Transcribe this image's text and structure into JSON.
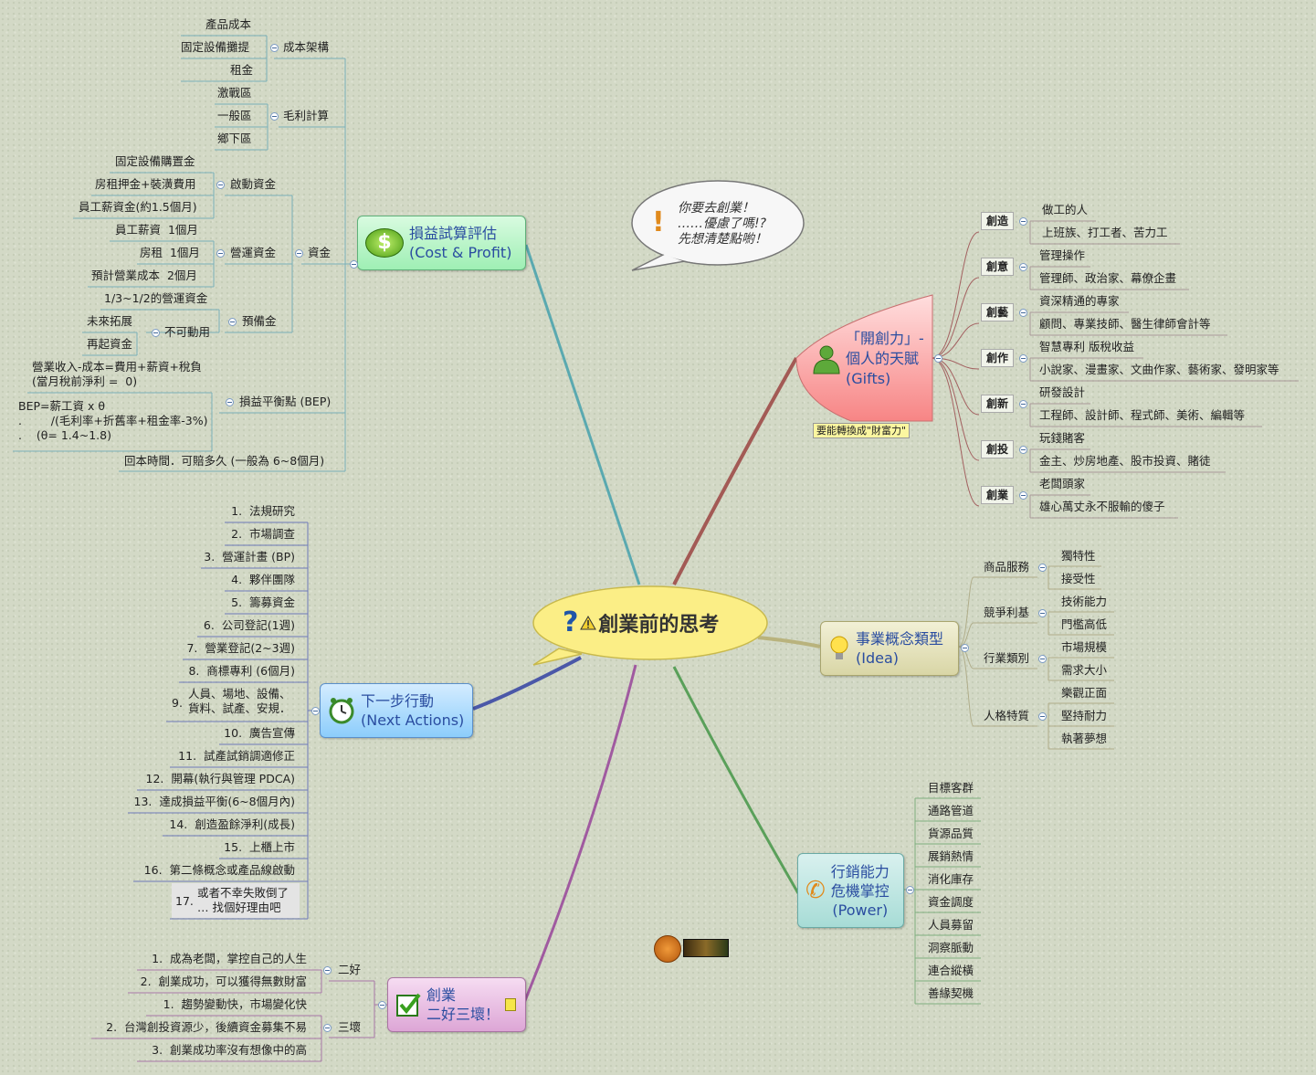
{
  "central": {
    "icon": "question-icon",
    "warn_icon": "warning-icon",
    "title": "創業前的思考"
  },
  "callout": {
    "icon": "exclamation-icon",
    "lines": [
      "你要去創業！",
      "……優慮了嗎!?",
      "先想清楚點喲！"
    ]
  },
  "cost": {
    "title1": "損益試算評估",
    "title2": "(Cost & Profit)",
    "icon": "dollar-icon",
    "cost_struct": "成本架構",
    "cs_items": [
      "產品成本",
      "固定設備攤提",
      "租金"
    ],
    "margin": "毛利計算",
    "margin_items": [
      "激戰區",
      "一般區",
      "鄉下區"
    ],
    "funds": "資金",
    "startup": "啟動資金",
    "startup_items": [
      "固定設備購置金",
      "房租押金+裝潢費用",
      "員工薪資金(約1.5個月)"
    ],
    "operating": "營運資金",
    "operating_items": [
      "員工薪資  1個月",
      "房租  1個月",
      "預計營業成本  2個月"
    ],
    "reserve": "預備金",
    "reserve_items": [
      "1/3~1/2的營運資金"
    ],
    "untouchable": "不可動用",
    "untouchable_items": [
      "未來拓展",
      "再起資金"
    ],
    "bep": "損益平衡點 (BEP)",
    "bep_items": [
      "營業收入-成本=費用+薪資+稅負\n(當月稅前淨利 =  0)",
      "BEP=薪工資 x θ\n.        /(毛利率+折舊率+租金率-3%)\n.    (θ= 1.4~1.8)"
    ],
    "payback": "回本時間．可賠多久 (一般為 6~8個月)"
  },
  "next": {
    "title1": "下一步行動",
    "title2": "(Next Actions)",
    "icon": "clock-icon",
    "items": [
      "1.  法規研究",
      "2.  市場調查",
      "3.  營運計畫 (BP)",
      "4.  夥伴團隊",
      "5.  籌募資金",
      "6.  公司登記(1週)",
      "7.  營業登記(2~3週)",
      "8.  商標專利 (6個月)",
      "9.",
      "10.  廣告宣傳",
      "11.  試產試銷調適修正",
      "12.  開幕(執行與管理 PDCA)",
      "13.  達成損益平衡(6~8個月內)",
      "14.  創造盈餘淨利(成長)",
      "15.  上櫃上市",
      "16.  第二條概念或產品線啟動",
      "17."
    ],
    "item9_text": "人員、場地、設備、\n貨料、試產、安規．",
    "item17_text": "或者不幸失敗倒了\n… 找個好理由吧"
  },
  "gifts": {
    "title1": "「開創力」-",
    "title2": "個人的天賦",
    "title3": "(Gifts)",
    "icon": "person-icon",
    "note": "要能轉換成\"財富力\"",
    "groups": [
      {
        "tag": "創造",
        "items": [
          "做工的人",
          "上班族、打工者、苦力工"
        ]
      },
      {
        "tag": "創意",
        "items": [
          "管理操作",
          "管理師、政治家、幕僚企畫"
        ]
      },
      {
        "tag": "創藝",
        "items": [
          "資深精通的專家",
          "顧問、專業技師、醫生律師會計等"
        ]
      },
      {
        "tag": "創作",
        "items": [
          "智慧專利 版稅收益",
          "小說家、漫畫家、文曲作家、藝術家、發明家等"
        ]
      },
      {
        "tag": "創新",
        "items": [
          "研發設計",
          "工程師、設計師、程式師、美術、編輯等"
        ]
      },
      {
        "tag": "創投",
        "items": [
          "玩錢賭客",
          "金主、炒房地產、股市投資、賭徒"
        ]
      },
      {
        "tag": "創業",
        "items": [
          "老闆頭家",
          "雄心萬丈永不服輸的傻子"
        ]
      }
    ]
  },
  "idea": {
    "title1": "事業概念類型",
    "title2": "(Idea)",
    "icon": "lightbulb-icon",
    "groups": [
      {
        "label": "商品服務",
        "items": [
          "獨特性",
          "接受性"
        ]
      },
      {
        "label": "競爭利基",
        "items": [
          "技術能力",
          "門檻高低"
        ]
      },
      {
        "label": "行業類別",
        "items": [
          "市場規模",
          "需求大小"
        ]
      },
      {
        "label": "人格特質",
        "items": [
          "樂觀正面",
          "堅持耐力",
          "執著夢想"
        ]
      }
    ]
  },
  "power": {
    "title1": "行銷能力",
    "title2": "危機掌控",
    "title3": "(Power)",
    "icon": "phone-icon",
    "items": [
      "目標客群",
      "通路管道",
      "貨源品質",
      "展銷熱情",
      "消化庫存",
      "資金調度",
      "人員募留",
      "洞察脈動",
      "連合縱橫",
      "善緣契機"
    ]
  },
  "biz": {
    "title1": "創業",
    "title2": "二好三壞！",
    "icon": "checkbox-icon",
    "note_icon": "note-icon",
    "good": "二好",
    "good_items": [
      "1.  成為老闆，掌控自己的人生",
      "2.  創業成功，可以獲得無數財富"
    ],
    "bad": "三壞",
    "bad_items": [
      "1.  趨勢變動快，市場變化快",
      "2.  台灣創投資源少，後續資金募集不易",
      "3.  創業成功率沒有想像中的高"
    ]
  },
  "logo": {
    "seal_icon": "seal-logo-icon",
    "banner_icon": "banner-logo-icon"
  }
}
